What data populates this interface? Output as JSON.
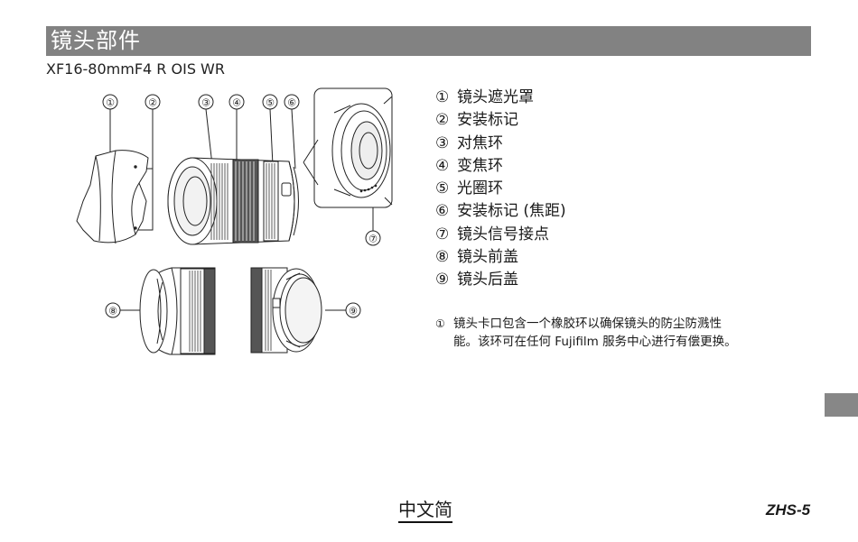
{
  "header": {
    "title": "镜头部件"
  },
  "model": "XF16-80mmF4 R OIS WR",
  "callouts": [
    "①",
    "②",
    "③",
    "④",
    "⑤",
    "⑥",
    "⑦",
    "⑧",
    "⑨"
  ],
  "parts": [
    {
      "num": "①",
      "label": "镜头遮光罩"
    },
    {
      "num": "②",
      "label": "安装标记"
    },
    {
      "num": "③",
      "label": "对焦环"
    },
    {
      "num": "④",
      "label": "变焦环"
    },
    {
      "num": "⑤",
      "label": "光圈环"
    },
    {
      "num": "⑥",
      "label": "安装标记 (焦距)"
    },
    {
      "num": "⑦",
      "label": "镜头信号接点"
    },
    {
      "num": "⑧",
      "label": "镜头前盖"
    },
    {
      "num": "⑨",
      "label": "镜头后盖"
    }
  ],
  "note": {
    "mark": "①",
    "line1": "镜头卡口包含一个橡胶环以确保镜头的防尘防溅性",
    "line2": "能。该环可在任何 Fujifilm 服务中心进行有偿更换。"
  },
  "footer": {
    "language": "中文简",
    "page": "ZHS-5"
  }
}
